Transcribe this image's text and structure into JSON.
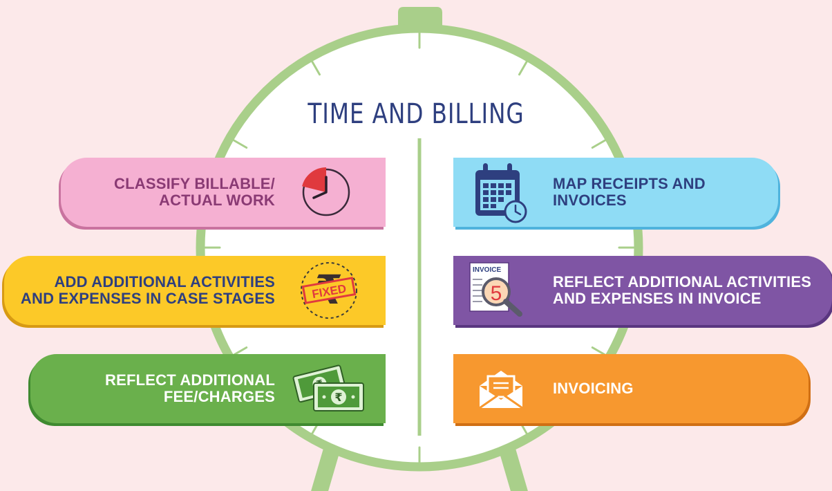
{
  "title": "TIME AND BILLING",
  "colors": {
    "background": "#fce9ea",
    "clock_ring": "#a9cf8a",
    "clock_face": "#ffffff",
    "title": "#2e3f7f",
    "label_text": "#2e3f7f"
  },
  "items": [
    {
      "id": "classify",
      "side": "left",
      "lines": [
        "CLASSIFY BILLABLE/",
        "ACTUAL WORK"
      ],
      "color": "#f5b0d2",
      "shade": "#c9739f",
      "text_color": "#8a3a74",
      "icon": "clock-icon"
    },
    {
      "id": "add-activities",
      "side": "left",
      "lines": [
        "ADD ADDITIONAL ACTIVITIES",
        "AND EXPENSES IN CASE STAGES"
      ],
      "color": "#fcc928",
      "shade": "#d79a14",
      "text_color": "#2e3f7f",
      "icon": "fixed-rupee-stamp-icon",
      "icon_text": "FIXED"
    },
    {
      "id": "reflect-fee",
      "side": "left",
      "lines": [
        "REFLECT ADDITIONAL",
        "FEE/CHARGES"
      ],
      "color": "#6ab04c",
      "shade": "#3f8a30",
      "text_color": "#ffffff",
      "icon": "rupee-banknotes-icon"
    },
    {
      "id": "map-receipts",
      "side": "right",
      "lines": [
        "MAP RECEIPTS AND",
        "INVOICES"
      ],
      "color": "#8fdcf5",
      "shade": "#4fb3dd",
      "text_color": "#2e3f7f",
      "icon": "calendar-clock-icon"
    },
    {
      "id": "reflect-invoice",
      "side": "right",
      "lines": [
        "REFLECT ADDITIONAL ACTIVITIES",
        "AND EXPENSES IN INVOICE"
      ],
      "color": "#7f55a4",
      "shade": "#5a3680",
      "text_color": "#ffffff",
      "icon": "invoice-search-icon",
      "icon_text": "INVOICE",
      "icon_number": "5"
    },
    {
      "id": "invoicing",
      "side": "right",
      "lines": [
        "INVOICING"
      ],
      "color": "#f7982f",
      "shade": "#d06f14",
      "text_color": "#ffffff",
      "icon": "envelope-icon"
    }
  ]
}
